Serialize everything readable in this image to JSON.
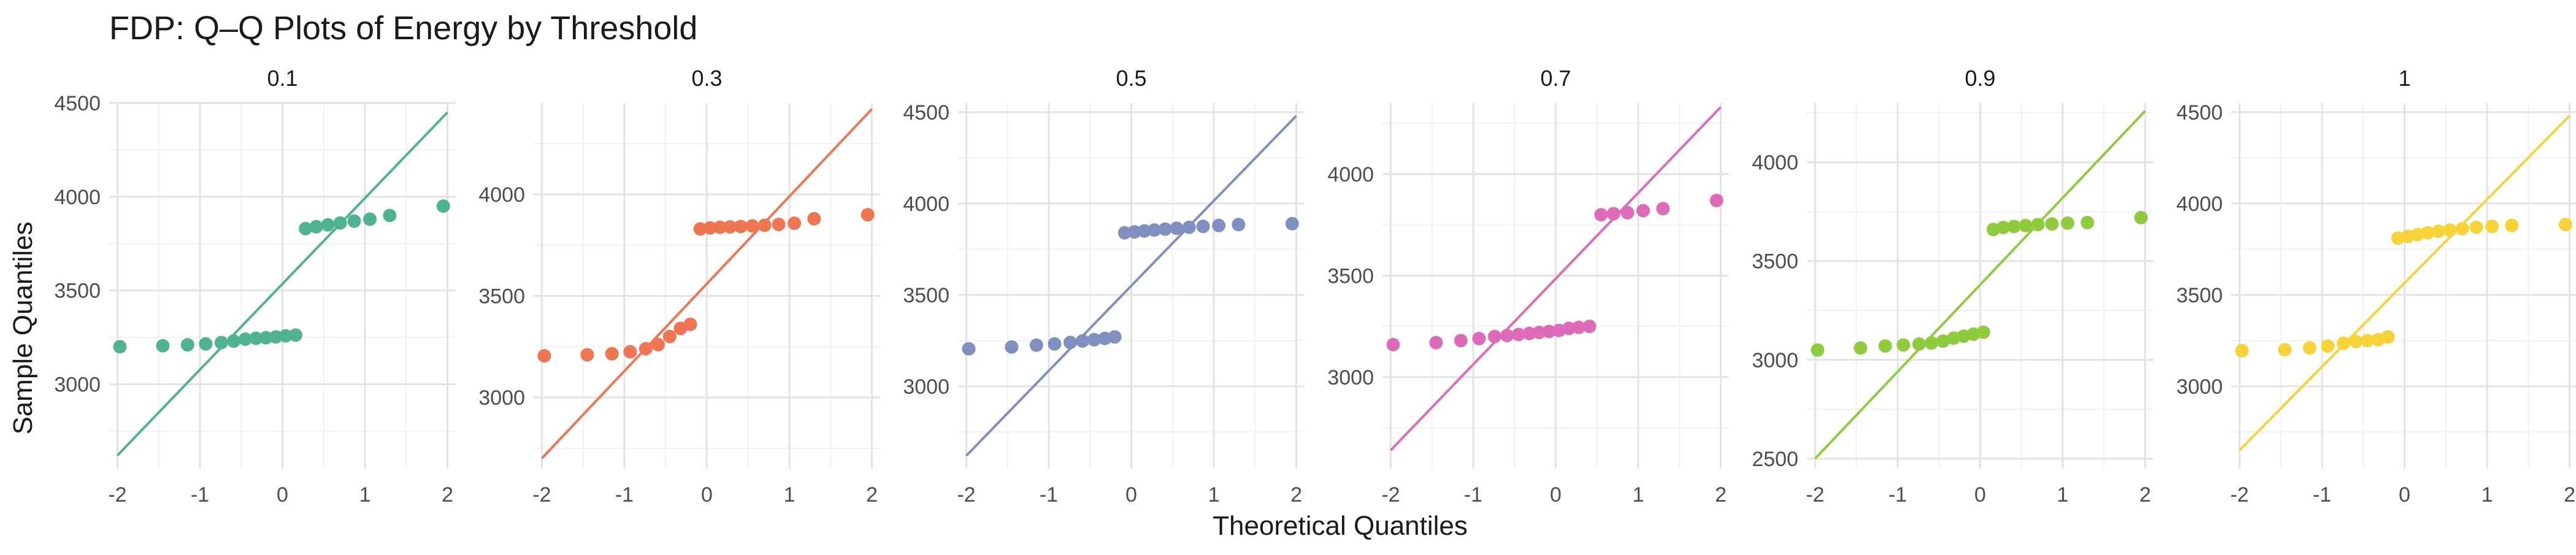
{
  "chart_data": {
    "type": "scatter",
    "title": "FDP: Q–Q Plots of Energy by Threshold",
    "xlabel": "Theoretical Quantiles",
    "ylabel": "Sample Quantiles",
    "grid": true,
    "legend": "none",
    "x_ticks": [
      -2,
      -1,
      0,
      1,
      2
    ],
    "xlim": [
      -2.1,
      2.1
    ],
    "panels": [
      {
        "label": "0.1",
        "color": "#4fb38f",
        "ylim": [
          2550,
          4500
        ],
        "y_ticks": [
          3000,
          3500,
          4000,
          4500
        ],
        "line": {
          "x": [
            -2,
            2
          ],
          "y": [
            2620,
            4450
          ]
        },
        "points": {
          "x": [
            -1.97,
            -1.45,
            -1.15,
            -0.93,
            -0.74,
            -0.59,
            -0.45,
            -0.32,
            -0.2,
            -0.08,
            0.04,
            0.16,
            0.28,
            0.41,
            0.55,
            0.7,
            0.87,
            1.06,
            1.3,
            1.95
          ],
          "y": [
            3200,
            3205,
            3210,
            3215,
            3222,
            3230,
            3240,
            3245,
            3248,
            3252,
            3258,
            3262,
            3830,
            3840,
            3850,
            3860,
            3870,
            3880,
            3900,
            3950
          ]
        }
      },
      {
        "label": "0.3",
        "color": "#f07552",
        "ylim": [
          2650,
          4450
        ],
        "y_ticks": [
          3000,
          3500,
          4000
        ],
        "line": {
          "x": [
            -2,
            2
          ],
          "y": [
            2700,
            4420
          ]
        },
        "points": {
          "x": [
            -1.97,
            -1.45,
            -1.15,
            -0.93,
            -0.74,
            -0.59,
            -0.45,
            -0.32,
            -0.2,
            -0.08,
            0.04,
            0.16,
            0.28,
            0.41,
            0.55,
            0.7,
            0.87,
            1.06,
            1.3,
            1.95
          ],
          "y": [
            3205,
            3210,
            3215,
            3225,
            3240,
            3260,
            3300,
            3340,
            3360,
            3830,
            3835,
            3838,
            3840,
            3842,
            3845,
            3848,
            3852,
            3858,
            3880,
            3900
          ]
        }
      },
      {
        "label": "0.5",
        "color": "#7e8fc0",
        "ylim": [
          2550,
          4550
        ],
        "y_ticks": [
          3000,
          3500,
          4000,
          4500
        ],
        "line": {
          "x": [
            -2,
            2
          ],
          "y": [
            2620,
            4480
          ]
        },
        "points": {
          "x": [
            -1.97,
            -1.45,
            -1.15,
            -0.93,
            -0.74,
            -0.59,
            -0.45,
            -0.32,
            -0.2,
            -0.08,
            0.04,
            0.16,
            0.28,
            0.41,
            0.55,
            0.7,
            0.87,
            1.06,
            1.3,
            1.95
          ],
          "y": [
            3205,
            3215,
            3225,
            3232,
            3240,
            3248,
            3255,
            3262,
            3270,
            3840,
            3845,
            3850,
            3855,
            3860,
            3865,
            3870,
            3875,
            3880,
            3885,
            3890
          ]
        }
      },
      {
        "label": "0.7",
        "color": "#dd6bb8",
        "ylim": [
          2550,
          4350
        ],
        "y_ticks": [
          3000,
          3500,
          4000
        ],
        "line": {
          "x": [
            -2,
            2
          ],
          "y": [
            2640,
            4330
          ]
        },
        "points": {
          "x": [
            -1.97,
            -1.45,
            -1.15,
            -0.93,
            -0.74,
            -0.59,
            -0.45,
            -0.32,
            -0.2,
            -0.08,
            0.04,
            0.16,
            0.28,
            0.41,
            0.55,
            0.7,
            0.87,
            1.06,
            1.3,
            1.95
          ],
          "y": [
            3160,
            3170,
            3180,
            3190,
            3200,
            3205,
            3210,
            3215,
            3220,
            3225,
            3230,
            3240,
            3245,
            3250,
            3800,
            3805,
            3810,
            3820,
            3830,
            3870
          ]
        }
      },
      {
        "label": "0.9",
        "color": "#8fcc3d",
        "ylim": [
          2450,
          4300
        ],
        "y_ticks": [
          2500,
          3000,
          3500,
          4000
        ],
        "line": {
          "x": [
            -2,
            2
          ],
          "y": [
            2500,
            4260
          ]
        },
        "points": {
          "x": [
            -1.97,
            -1.45,
            -1.15,
            -0.93,
            -0.74,
            -0.59,
            -0.45,
            -0.32,
            -0.2,
            -0.08,
            0.04,
            0.16,
            0.28,
            0.41,
            0.55,
            0.7,
            0.87,
            1.06,
            1.3,
            1.95
          ],
          "y": [
            3050,
            3060,
            3070,
            3075,
            3080,
            3085,
            3095,
            3110,
            3120,
            3130,
            3140,
            3660,
            3670,
            3675,
            3680,
            3685,
            3688,
            3692,
            3695,
            3720
          ]
        }
      },
      {
        "label": "1",
        "color": "#f7d337",
        "ylim": [
          2550,
          4550
        ],
        "y_ticks": [
          3000,
          3500,
          4000,
          4500
        ],
        "line": {
          "x": [
            -2,
            2
          ],
          "y": [
            2650,
            4480
          ]
        },
        "points": {
          "x": [
            -1.97,
            -1.45,
            -1.15,
            -0.93,
            -0.74,
            -0.59,
            -0.45,
            -0.32,
            -0.2,
            -0.08,
            0.04,
            0.16,
            0.28,
            0.41,
            0.55,
            0.7,
            0.87,
            1.06,
            1.3,
            1.95
          ],
          "y": [
            3195,
            3200,
            3210,
            3220,
            3235,
            3245,
            3250,
            3255,
            3270,
            3810,
            3820,
            3830,
            3840,
            3848,
            3855,
            3862,
            3870,
            3875,
            3880,
            3885
          ]
        }
      }
    ]
  }
}
